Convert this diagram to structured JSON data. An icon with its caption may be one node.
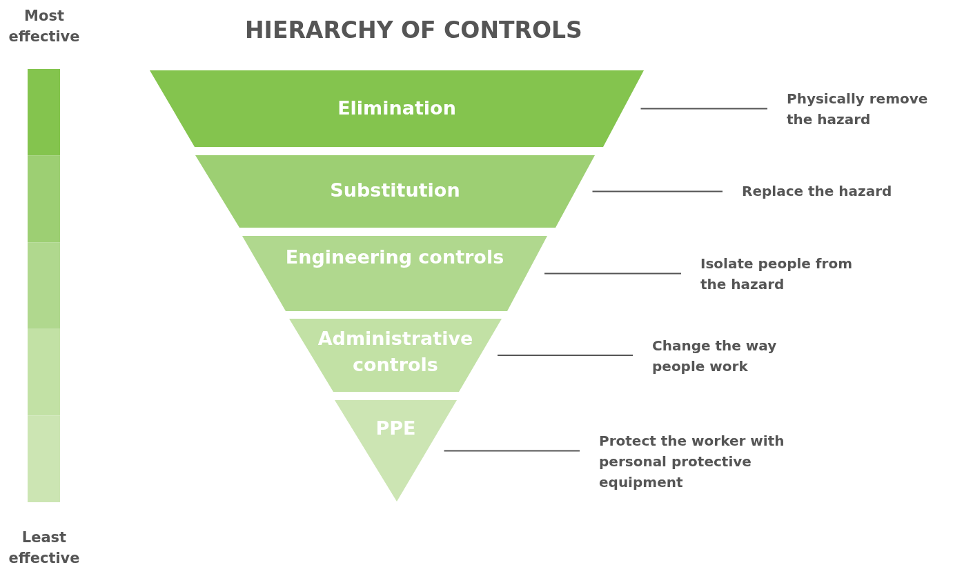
{
  "diagram": {
    "title": "HIERARCHY OF CONTROLS",
    "nodes": [
      {
        "text": [
          "Elimination"
        ]
      },
      {
        "text": [
          "Substitution"
        ]
      },
      {
        "text": [
          "Engineering controls"
        ]
      },
      {
        "text": [
          "Administrative controls"
        ]
      },
      {
        "text": [
          "PPE"
        ]
      },
      {
        "text": [
          "Physically remove the hazard"
        ]
      },
      {
        "text": [
          "Replace the hazard"
        ]
      },
      {
        "text": [
          "Isolate people from the hazard"
        ]
      },
      {
        "text": [
          "Change the way people work"
        ]
      },
      {
        "text": [
          "Protect the worker with personal protective equipment"
        ]
      }
    ],
    "edges": [
      {
        "from": 0,
        "to": 5,
        "arrow": "none"
      },
      {
        "from": 1,
        "to": 6,
        "arrow": "none"
      },
      {
        "from": 2,
        "to": 7,
        "arrow": "none"
      },
      {
        "from": 3,
        "to": 8,
        "arrow": "none"
      },
      {
        "from": 4,
        "to": 9,
        "arrow": "none"
      }
    ],
    "labels": [
      "Most effective",
      "Least effective"
    ]
  }
}
